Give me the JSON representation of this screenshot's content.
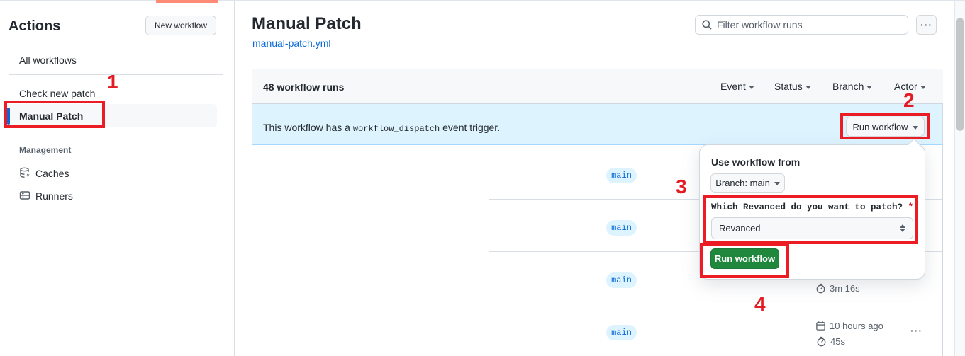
{
  "sidebar": {
    "title": "Actions",
    "new_workflow_button": "New workflow",
    "items": [
      {
        "label": "All workflows"
      },
      {
        "label": "Check new patch"
      },
      {
        "label": "Manual Patch",
        "selected": true
      }
    ],
    "management": {
      "heading": "Management",
      "items": [
        {
          "label": "Caches",
          "icon": "database-icon"
        },
        {
          "label": "Runners",
          "icon": "server-icon"
        }
      ]
    }
  },
  "header": {
    "title": "Manual Patch",
    "file_link": "manual-patch.yml",
    "search_placeholder": "Filter workflow runs",
    "kebab": "···"
  },
  "runs_table": {
    "count_label": "48 workflow runs",
    "filters": [
      {
        "label": "Event"
      },
      {
        "label": "Status"
      },
      {
        "label": "Branch"
      },
      {
        "label": "Actor"
      }
    ],
    "banner": {
      "text_before": "This workflow has a ",
      "code": "workflow_dispatch",
      "text_after": " event trigger.",
      "run_workflow_button": "Run workflow"
    },
    "rows": [
      {
        "branch": "main"
      },
      {
        "branch": "main"
      },
      {
        "branch": "main",
        "duration": "3m 16s"
      },
      {
        "branch": "main",
        "time": "10 hours ago",
        "duration": "45s",
        "kebab": "···"
      }
    ]
  },
  "popup": {
    "heading": "Use workflow from",
    "branch_button": "Branch: main",
    "input_label": "Which Revanced do you want to patch?",
    "required_marker": "*",
    "select_value": "Revanced",
    "run_button": "Run workflow"
  },
  "annotations": {
    "step1": "1",
    "step2": "2",
    "step3": "3",
    "step4": "4"
  },
  "colors": {
    "accent_blue": "#0969da",
    "annotation_red": "#ec1c24",
    "success_green": "#1f883d",
    "banner_bg": "#ddf4ff",
    "muted": "#57606a"
  }
}
